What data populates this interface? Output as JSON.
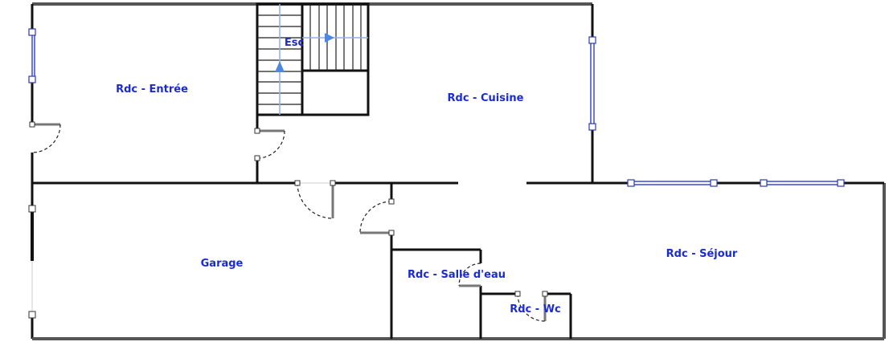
{
  "plan": {
    "rooms": {
      "entree": "Rdc - Entrée",
      "escalier": "Esc",
      "cuisine": "Rdc - Cuisine",
      "garage": "Garage",
      "salle_deau": "Rdc - Salle d'eau",
      "wc": "Rdc - Wc",
      "sejour": "Rdc - Séjour"
    },
    "colors": {
      "label": "#1c2bd0",
      "wall": "#111111",
      "stair_arrow": "#4f86e0"
    }
  }
}
